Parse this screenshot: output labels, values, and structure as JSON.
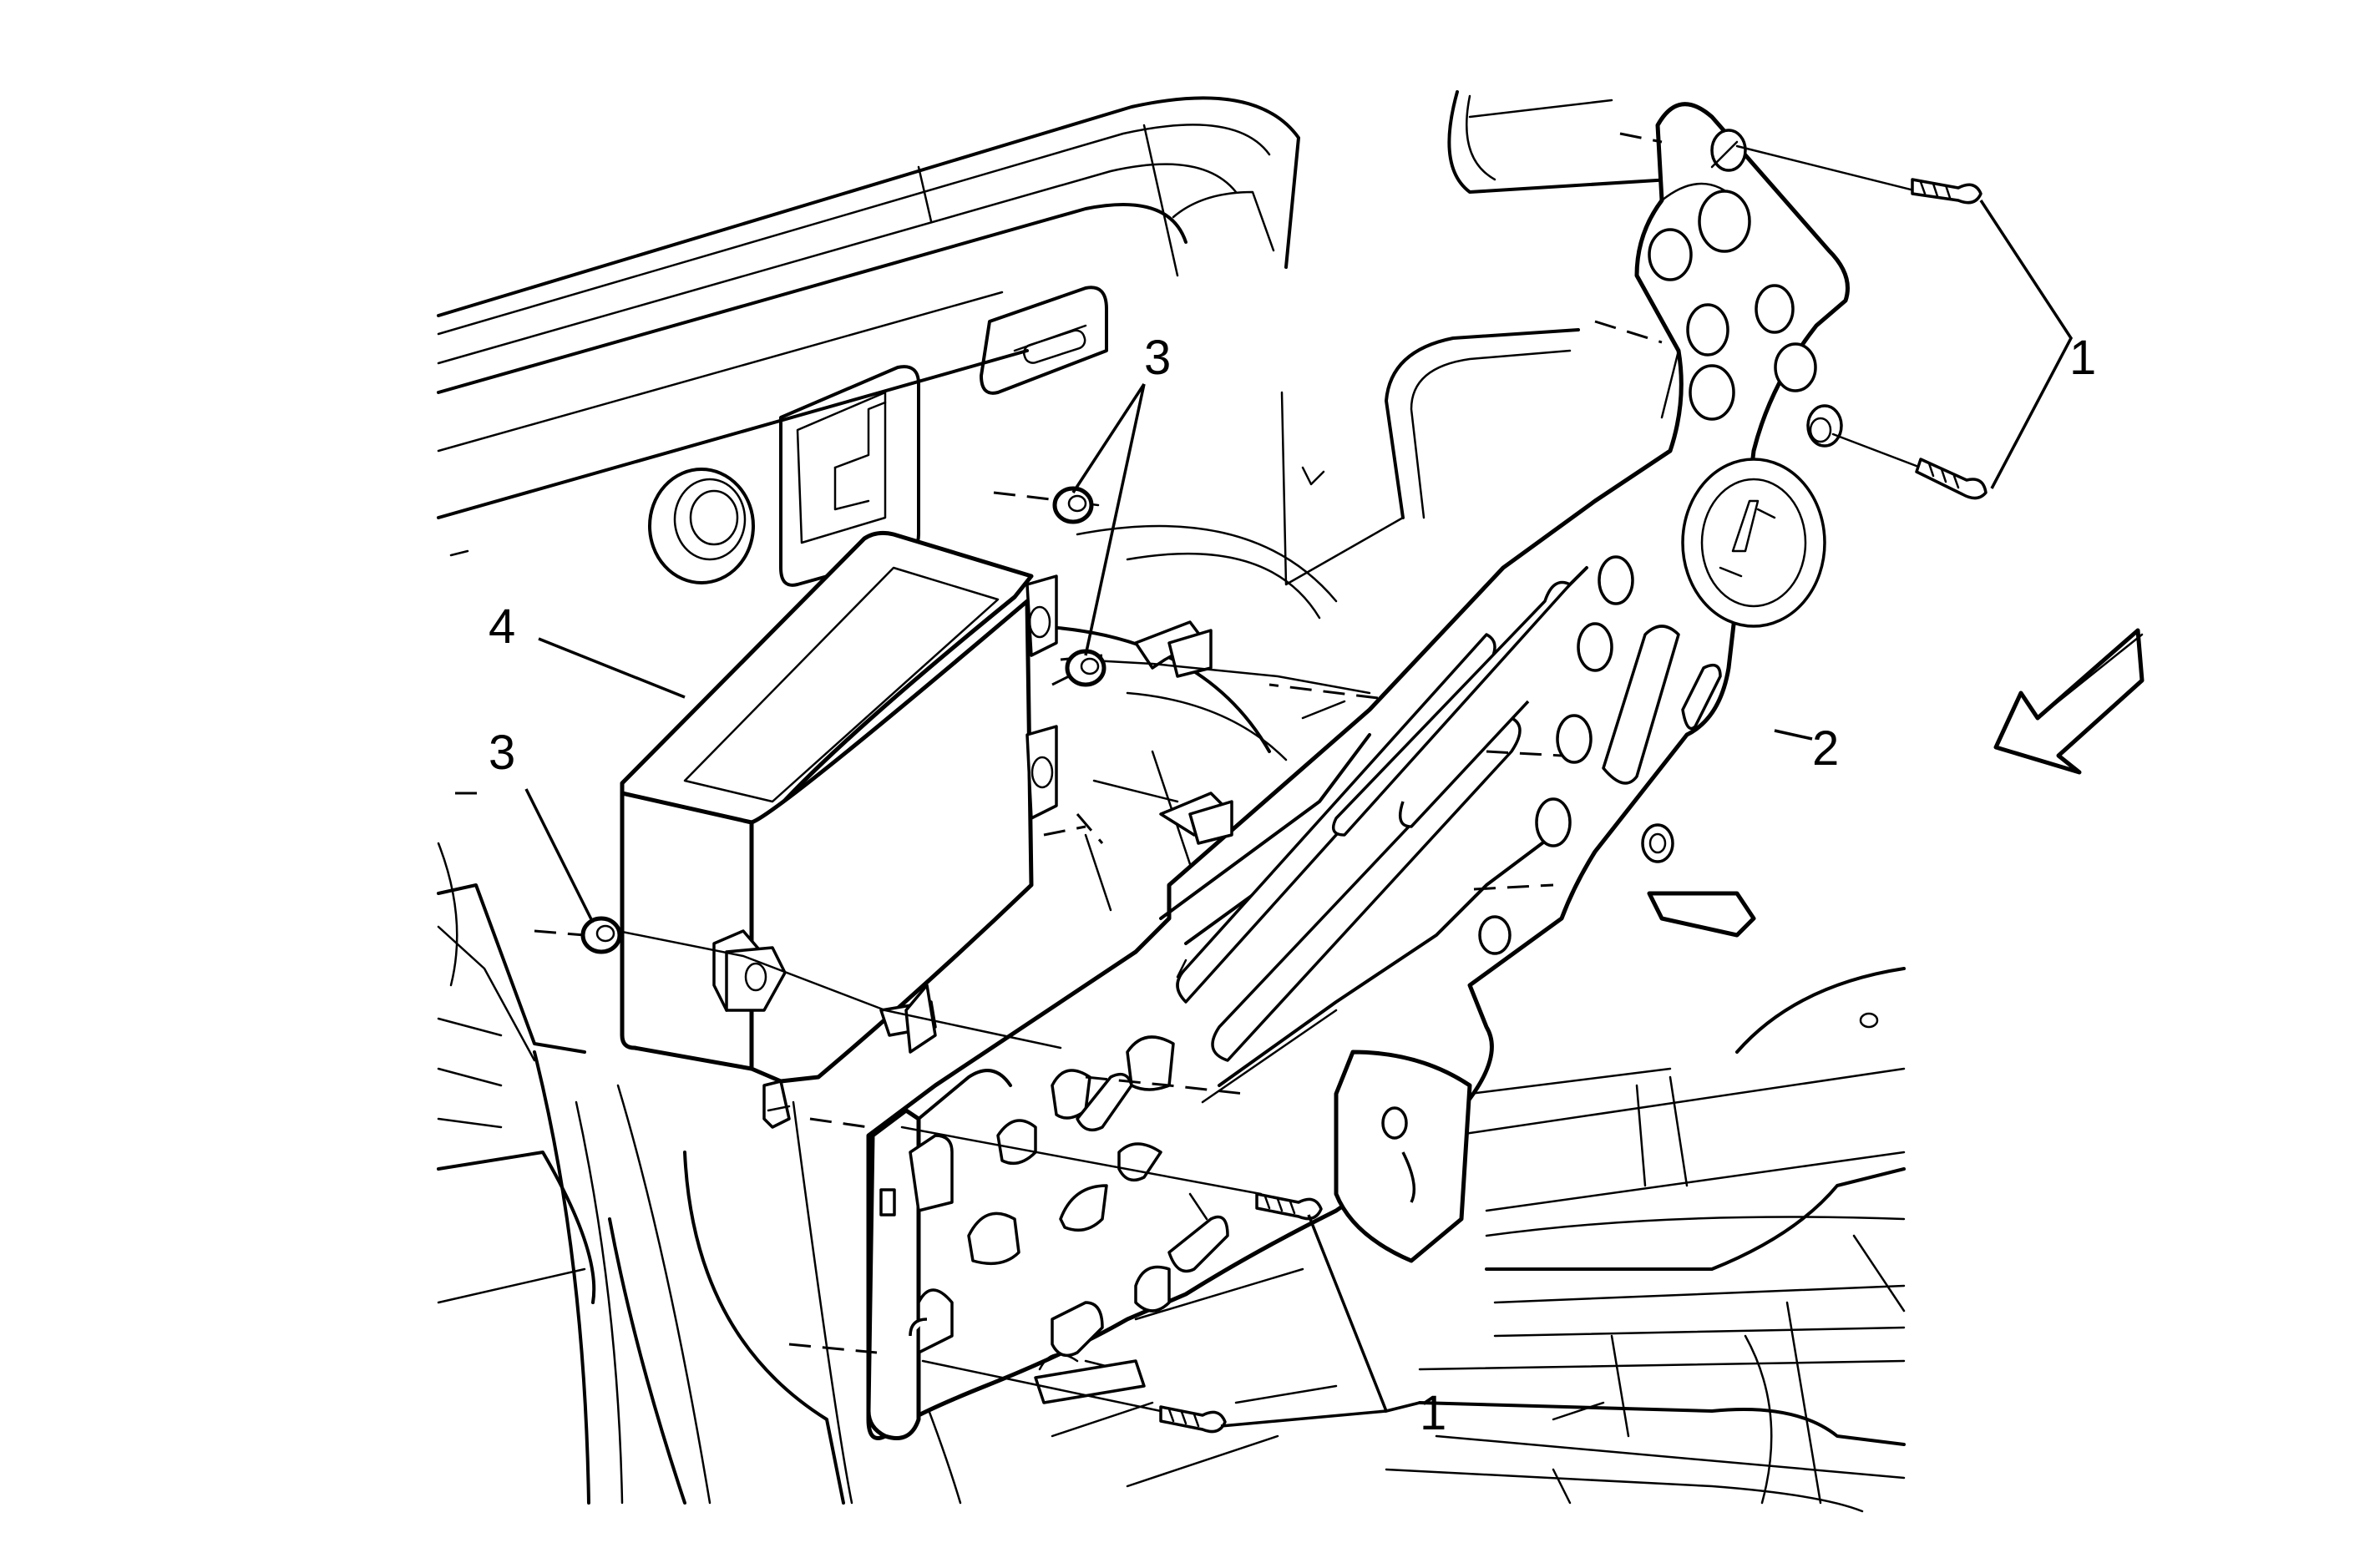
{
  "callouts": [
    {
      "id": "c1-top",
      "label": "1"
    },
    {
      "id": "c1-bottom",
      "label": "1"
    },
    {
      "id": "c2",
      "label": "2"
    },
    {
      "id": "c3-top",
      "label": "3"
    },
    {
      "id": "c3-left",
      "label": "3"
    },
    {
      "id": "c4",
      "label": "4"
    }
  ],
  "colors": {
    "line": "#000000",
    "background": "#ffffff"
  },
  "icons": [
    "view-direction-arrow-icon"
  ]
}
